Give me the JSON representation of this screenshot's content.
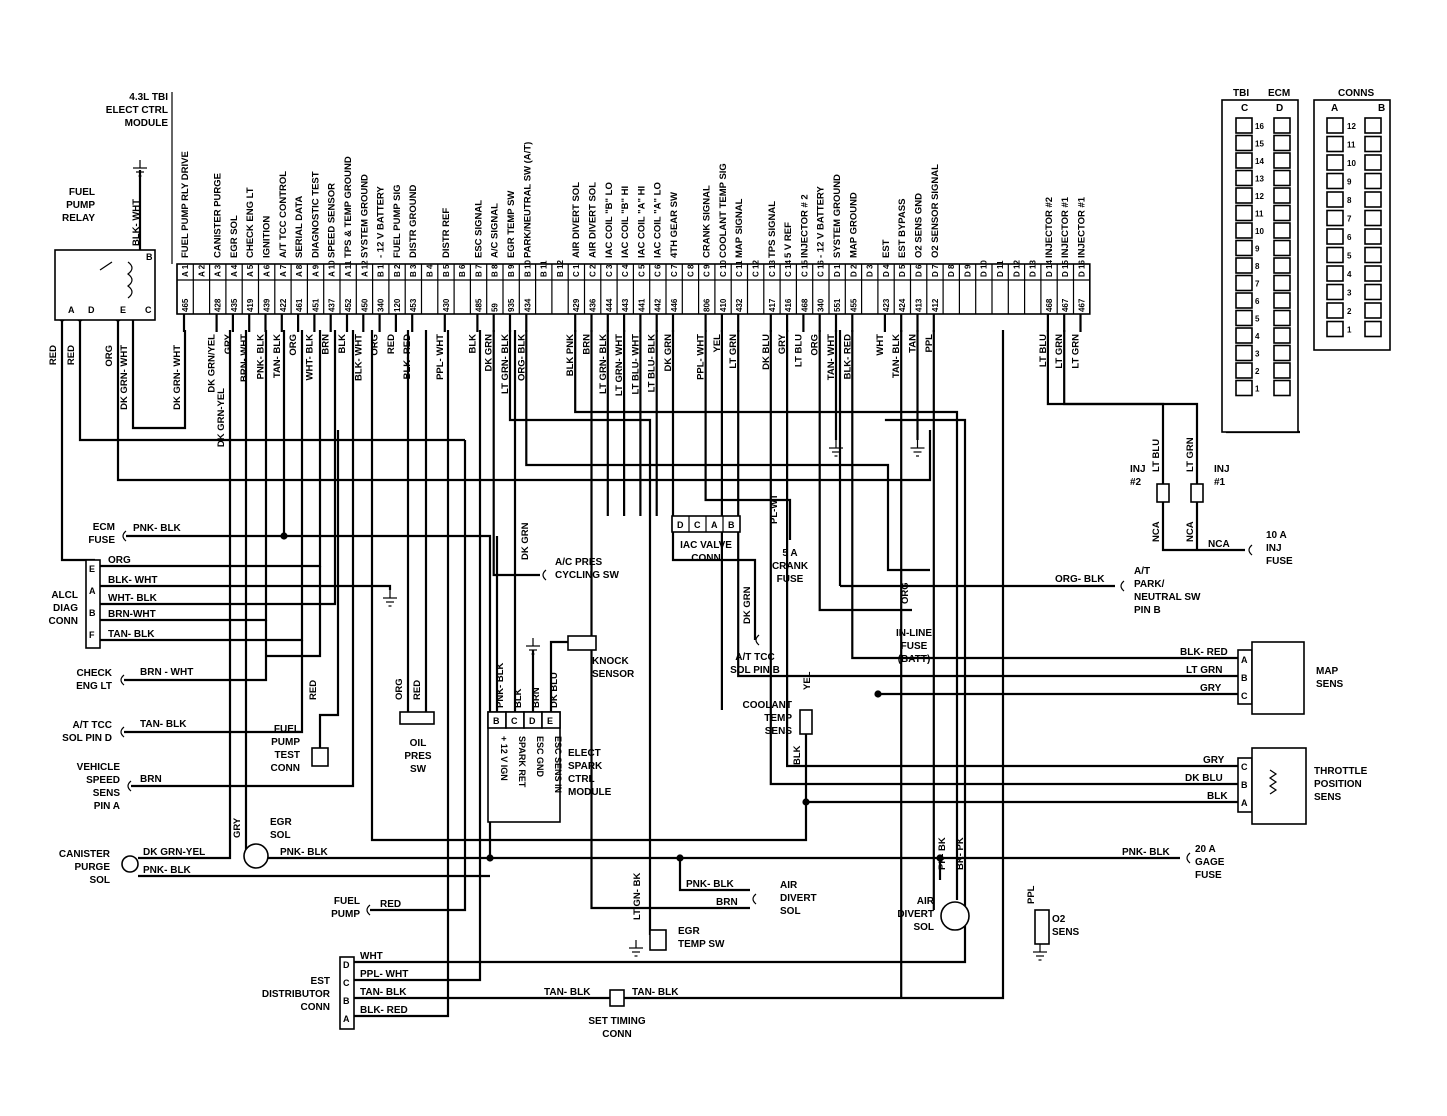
{
  "ecm": {
    "title": [
      "4.3L TBI",
      "ELECT CTRL",
      "MODULE"
    ],
    "terminals": [
      {
        "pin": "A 1",
        "circuit": "465",
        "func": "FUEL PUMP RLY DRIVE",
        "wire": ""
      },
      {
        "pin": "A 2",
        "circuit": "",
        "func": "",
        "wire": ""
      },
      {
        "pin": "A 3",
        "circuit": "428",
        "func": "CANISTER PURGE",
        "wire": "DK GRN/YEL"
      },
      {
        "pin": "A 4",
        "circuit": "435",
        "func": "EGR SOL",
        "wire": "GRY"
      },
      {
        "pin": "A 5",
        "circuit": "419",
        "func": "CHECK ENG LT",
        "wire": "BRN- WHT"
      },
      {
        "pin": "A 6",
        "circuit": "439",
        "func": "IGNITION",
        "wire": "PNK- BLK"
      },
      {
        "pin": "A 7",
        "circuit": "422",
        "func": "A/T TCC CONTROL",
        "wire": "TAN- BLK"
      },
      {
        "pin": "A 8",
        "circuit": "461",
        "func": "SERIAL DATA",
        "wire": "ORG"
      },
      {
        "pin": "A 9",
        "circuit": "451",
        "func": "DIAGNOSTIC TEST",
        "wire": "WHT- BLK"
      },
      {
        "pin": "A 10",
        "circuit": "437",
        "func": "SPEED SENSOR",
        "wire": "BRN"
      },
      {
        "pin": "A 11",
        "circuit": "452",
        "func": "TPS & TEMP GROUND",
        "wire": "BLK"
      },
      {
        "pin": "A 12",
        "circuit": "450",
        "func": "SYSTEM GROUND",
        "wire": "BLK- WHT"
      },
      {
        "pin": "B 1",
        "circuit": "340",
        "func": "- 12 V BATTERY",
        "wire": "ORG"
      },
      {
        "pin": "B 2",
        "circuit": "120",
        "func": "FUEL PUMP SIG",
        "wire": "RED"
      },
      {
        "pin": "B 3",
        "circuit": "453",
        "func": "DISTR GROUND",
        "wire": "BLK- RED"
      },
      {
        "pin": "B 4",
        "circuit": "",
        "func": "",
        "wire": ""
      },
      {
        "pin": "B 5",
        "circuit": "430",
        "func": "DISTR REF",
        "wire": "PPL- WHT"
      },
      {
        "pin": "B 6",
        "circuit": "",
        "func": "",
        "wire": ""
      },
      {
        "pin": "B 7",
        "circuit": "485",
        "func": "ESC SIGNAL",
        "wire": "BLK"
      },
      {
        "pin": "B 8",
        "circuit": "59",
        "func": "A/C SIGNAL",
        "wire": "DK GRN"
      },
      {
        "pin": "B 9",
        "circuit": "935",
        "func": "EGR TEMP SW",
        "wire": "LT GRN- BLK"
      },
      {
        "pin": "B 10",
        "circuit": "434",
        "func": "PARK/NEUTRAL SW (A/T)",
        "wire": "ORG- BLK"
      },
      {
        "pin": "B 11",
        "circuit": "",
        "func": "",
        "wire": ""
      },
      {
        "pin": "B 12",
        "circuit": "",
        "func": "",
        "wire": ""
      },
      {
        "pin": "C 1",
        "circuit": "429",
        "func": "AIR DIVERT SOL",
        "wire": "BLK PNK"
      },
      {
        "pin": "C 2",
        "circuit": "436",
        "func": "AIR DIVERT SOL",
        "wire": "BRN"
      },
      {
        "pin": "C 3",
        "circuit": "444",
        "func": "IAC COIL \"B\" LO",
        "wire": "LT GRN- BLK"
      },
      {
        "pin": "C 4",
        "circuit": "443",
        "func": "IAC COIL \"B\" HI",
        "wire": "LT GRN- WHT"
      },
      {
        "pin": "C 5",
        "circuit": "441",
        "func": "IAC COIL \"A\" HI",
        "wire": "LT BLU- WHT"
      },
      {
        "pin": "C 6",
        "circuit": "442",
        "func": "IAC COIL \"A\" LO",
        "wire": "LT BLU- BLK"
      },
      {
        "pin": "C 7",
        "circuit": "446",
        "func": "4TH GEAR SW",
        "wire": "DK GRN"
      },
      {
        "pin": "C 8",
        "circuit": "",
        "func": "",
        "wire": ""
      },
      {
        "pin": "C 9",
        "circuit": "806",
        "func": "CRANK SIGNAL",
        "wire": "PPL- WHT"
      },
      {
        "pin": "C 10",
        "circuit": "410",
        "func": "COOLANT TEMP SIG",
        "wire": "YEL"
      },
      {
        "pin": "C 11",
        "circuit": "432",
        "func": "MAP SIGNAL",
        "wire": "LT GRN"
      },
      {
        "pin": "C 12",
        "circuit": "",
        "func": "",
        "wire": ""
      },
      {
        "pin": "C 13",
        "circuit": "417",
        "func": "TPS SIGNAL",
        "wire": "DK BLU"
      },
      {
        "pin": "C 14",
        "circuit": "416",
        "func": "5 V REF",
        "wire": "GRY"
      },
      {
        "pin": "C 15",
        "circuit": "468",
        "func": "INJECTOR # 2",
        "wire": "LT BLU"
      },
      {
        "pin": "C 16",
        "circuit": "340",
        "func": "- 12 V BATTERY",
        "wire": "ORG"
      },
      {
        "pin": "D 1",
        "circuit": "551",
        "func": "SYSTEM GROUND",
        "wire": "TAN- WHT"
      },
      {
        "pin": "D 2",
        "circuit": "455",
        "func": "MAP GROUND",
        "wire": "BLK- RED"
      },
      {
        "pin": "D 3",
        "circuit": "",
        "func": "",
        "wire": ""
      },
      {
        "pin": "D 4",
        "circuit": "423",
        "func": "EST",
        "wire": "WHT"
      },
      {
        "pin": "D 5",
        "circuit": "424",
        "func": "EST BYPASS",
        "wire": "TAN- BLK"
      },
      {
        "pin": "D 6",
        "circuit": "413",
        "func": "O2 SENS GND",
        "wire": "TAN"
      },
      {
        "pin": "D 7",
        "circuit": "412",
        "func": "O2 SENSOR SIGNAL",
        "wire": "PPL"
      },
      {
        "pin": "D 8",
        "circuit": "",
        "func": "",
        "wire": ""
      },
      {
        "pin": "D 9",
        "circuit": "",
        "func": "",
        "wire": ""
      },
      {
        "pin": "D 10",
        "circuit": "",
        "func": "",
        "wire": ""
      },
      {
        "pin": "D 11",
        "circuit": "",
        "func": "",
        "wire": ""
      },
      {
        "pin": "D 12",
        "circuit": "",
        "func": "",
        "wire": ""
      },
      {
        "pin": "D 13",
        "circuit": "",
        "func": "",
        "wire": ""
      },
      {
        "pin": "D 14",
        "circuit": "468",
        "func": "INJECTOR #2",
        "wire": "LT BLU"
      },
      {
        "pin": "D 15",
        "circuit": "467",
        "func": "INJECTOR #1",
        "wire": "LT GRN"
      },
      {
        "pin": "D 16",
        "circuit": "467",
        "func": "INJECTOR #1",
        "wire": "LT GRN"
      }
    ]
  },
  "conn_views": {
    "tbi_label": "TBI",
    "ecm_label": "ECM",
    "conns_label": "CONNS",
    "c_col": "C",
    "d_col": "D",
    "a_col": "A",
    "b_col": "B",
    "d_pins": [
      "16",
      "15",
      "14",
      "13",
      "12",
      "11",
      "10",
      "9",
      "8",
      "7",
      "6",
      "5",
      "4",
      "3",
      "2",
      "1"
    ],
    "b_pins": [
      "12",
      "11",
      "10",
      "9",
      "8",
      "7",
      "6",
      "5",
      "4",
      "3",
      "2",
      "1"
    ]
  },
  "labels": {
    "fuel_pump_relay": [
      "FUEL",
      "PUMP",
      "RELAY"
    ],
    "relay_wire": "BLK- WHT",
    "relay_pins": [
      "B",
      "A",
      "D",
      "E",
      "C"
    ],
    "red1": "RED",
    "red2": "RED",
    "org1": "ORG",
    "dkgrn_wht": "DK GRN- WHT",
    "dkgrn_wht2": "DK GRN- WHT",
    "ecm_fuse": [
      "ECM",
      "FUSE"
    ],
    "ecm_fuse_wire": "PNK- BLK",
    "aldl": [
      "ALCL",
      "DIAG",
      "CONN"
    ],
    "aldl_pins": [
      "E",
      "A",
      "B",
      "F"
    ],
    "aldl_wires": [
      "ORG",
      "BLK- WHT",
      "WHT- BLK",
      "BRN-WHT",
      "TAN- BLK"
    ],
    "check_eng": [
      "CHECK",
      "ENG LT"
    ],
    "check_eng_wire": "BRN - WHT",
    "tcc_sol": [
      "A/T TCC",
      "SOL PIN D"
    ],
    "tcc_sol_wire": "TAN- BLK",
    "vss": [
      "VEHICLE",
      "SPEED",
      "SENS",
      "PIN A"
    ],
    "vss_wire": "BRN",
    "fp_test": [
      "FUEL",
      "PUMP",
      "TEST",
      "CONN"
    ],
    "fp_test_wire": "RED",
    "egr_sol": [
      "EGR",
      "SOL"
    ],
    "egr_gry": "GRY",
    "canister": [
      "CANISTER",
      "PURGE",
      "SOL"
    ],
    "canister_w1": "DK GRN-YEL",
    "canister_w2": "PNK- BLK",
    "pnk_blk_main": "PNK- BLK",
    "fuel_pump": [
      "FUEL",
      "PUMP"
    ],
    "fuel_pump_wire": "RED",
    "est_dist": [
      "EST",
      "DISTRIBUTOR",
      "CONN"
    ],
    "est_pins": [
      "D",
      "C",
      "B",
      "A"
    ],
    "est_wires": [
      "WHT",
      "PPL- WHT",
      "TAN- BLK",
      "BLK- RED"
    ],
    "set_timing": [
      "SET TIMING",
      "CONN"
    ],
    "set_timing_w1": "TAN- BLK",
    "set_timing_w2": "TAN- BLK",
    "oil_pres": [
      "OIL",
      "PRES",
      "SW"
    ],
    "oil_org": "ORG",
    "oil_red": "RED",
    "esc_module": [
      "ELECT",
      "SPARK",
      "CTRL",
      "MODULE"
    ],
    "esc_pins": [
      "B",
      "C",
      "D",
      "E"
    ],
    "esc_funcs": [
      "+ 12 V IGN",
      "SPARK RET",
      "ESC GND",
      "ESC SENS IN"
    ],
    "esc_wires": [
      "PNK- BLK",
      "BLK",
      "BRN",
      "DK BLU"
    ],
    "knock": [
      "KNOCK",
      "SENSOR"
    ],
    "ac_pres": [
      "A/C PRES",
      "CYCLING SW"
    ],
    "ac_dkgrn": "DK GRN",
    "iac": [
      "IAC VALVE",
      "CONN"
    ],
    "iac_pins": [
      "D",
      "C",
      "A",
      "B"
    ],
    "crank_fuse": [
      "5 A",
      "CRANK",
      "FUSE"
    ],
    "crank_wire": "PL-WT",
    "tcc_pin_b": [
      "A/T TCC",
      "SOL PIN B"
    ],
    "tcc_b_wire": "DK GRN",
    "coolant": [
      "COOLANT",
      "TEMP",
      "SENS"
    ],
    "coolant_yel": "YEL",
    "coolant_blk": "BLK",
    "egr_temp": [
      "EGR",
      "TEMP SW"
    ],
    "egr_temp_wire": "LT GN- BK",
    "air_divert1": [
      "AIR",
      "DIVERT",
      "SOL"
    ],
    "air_w1": "PNK- BLK",
    "air_w2": "BRN",
    "air_divert2": [
      "AIR",
      "DIVERT",
      "SOL"
    ],
    "air2_w1": "PK- BK",
    "air2_w2": "BK- PK",
    "inline_fuse": [
      "IN-LINE",
      "FUSE",
      "(BATT)"
    ],
    "inline_org": "ORG",
    "park_neutral": [
      "A/T",
      "PARK/",
      "NEUTRAL SW",
      "PIN B"
    ],
    "park_wire": "ORG- BLK",
    "map_sens": [
      "MAP",
      "SENS"
    ],
    "map_pins": [
      "A",
      "B",
      "C"
    ],
    "map_wires": [
      "BLK- RED",
      "LT GRN",
      "GRY"
    ],
    "tps": [
      "THROTTLE",
      "POSITION",
      "SENS"
    ],
    "tps_pins": [
      "C",
      "B",
      "A"
    ],
    "tps_wires": [
      "GRY",
      "DK BLU",
      "BLK"
    ],
    "gage_fuse": [
      "20 A",
      "GAGE",
      "FUSE"
    ],
    "gage_wire": "PNK- BLK",
    "o2_sens": [
      "O2",
      "SENS"
    ],
    "o2_ppl": "PPL",
    "inj2": [
      "INJ",
      "#2"
    ],
    "inj1": [
      "INJ",
      "#1"
    ],
    "inj_lt_blu": "LT BLU",
    "inj_lt_grn": "LT GRN",
    "nca1": "NCA",
    "nca2": "NCA",
    "nca3": "NCA",
    "inj_fuse": [
      "10 A",
      "INJ",
      "FUSE"
    ]
  }
}
